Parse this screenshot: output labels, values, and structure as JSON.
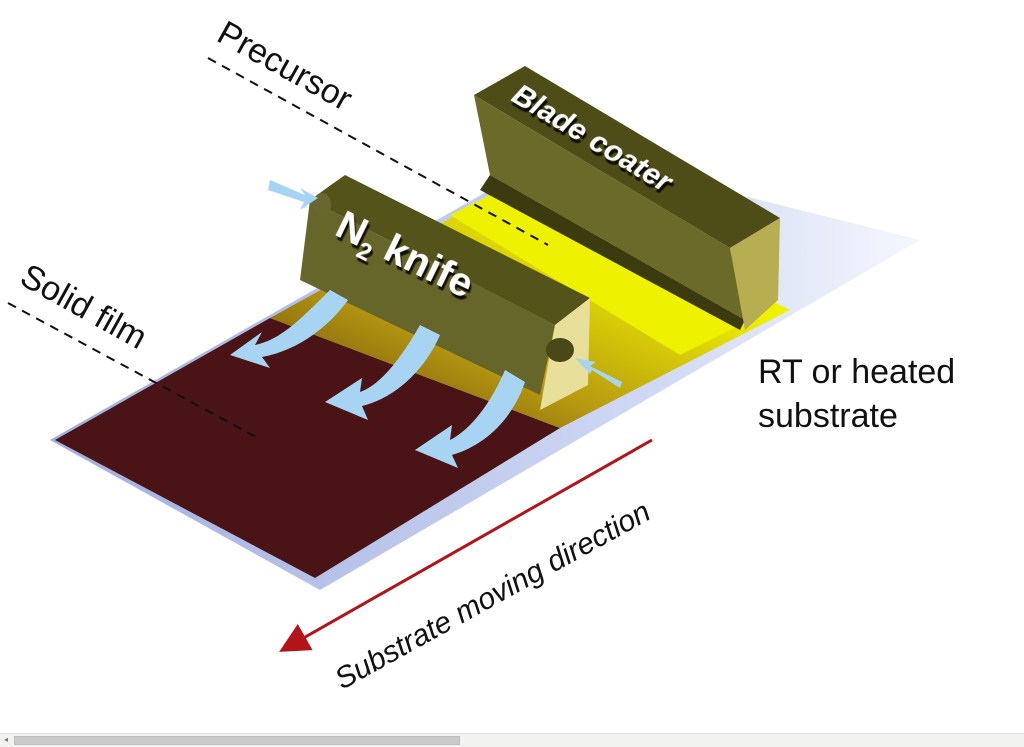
{
  "diagram": {
    "labels": {
      "precursor": "Precursor",
      "solid_film": "Solid film",
      "blade_coater": "Blade coater",
      "n2_knife_main": "N",
      "n2_knife_sub": "2",
      "n2_knife_rest": " knife",
      "substrate_line1": "RT or heated",
      "substrate_line2": "substrate",
      "direction": "Substrate moving direction"
    },
    "colors": {
      "substrate": "#c9d4f0",
      "precursor_film": "#eef200",
      "solid_film": "#4a1416",
      "block_top": "#5a5a1c",
      "block_side": "#6b6a28",
      "block_end": "#e6df95",
      "gas_arrow": "#a8d4f4",
      "direction_arrow": "#b3141a"
    }
  },
  "scrollbar": {
    "left_arrow": "◂"
  }
}
